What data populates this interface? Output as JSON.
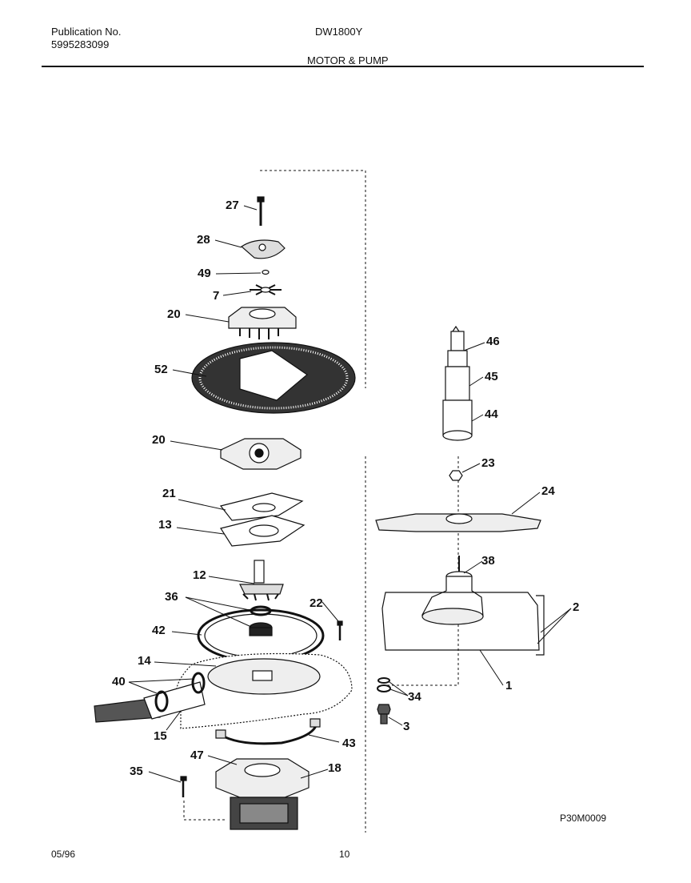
{
  "header": {
    "publication_label": "Publication No.",
    "publication_number": "5995283099",
    "model": "DW1800Y",
    "section_title": "MOTOR & PUMP"
  },
  "parts": {
    "p27": "27",
    "p28": "28",
    "p49": "49",
    "p7": "7",
    "p20a": "20",
    "p52": "52",
    "p20b": "20",
    "p21": "21",
    "p13": "13",
    "p12": "12",
    "p36": "36",
    "p42": "42",
    "p22": "22",
    "p14": "14",
    "p40": "40",
    "p15": "15",
    "p43": "43",
    "p47": "47",
    "p18": "18",
    "p35": "35",
    "p46": "46",
    "p45": "45",
    "p44": "44",
    "p23": "23",
    "p24": "24",
    "p38": "38",
    "p2": "2",
    "p1": "1",
    "p34": "34",
    "p3": "3"
  },
  "footer": {
    "date": "05/96",
    "page": "10",
    "diagram_code": "P30M0009"
  }
}
